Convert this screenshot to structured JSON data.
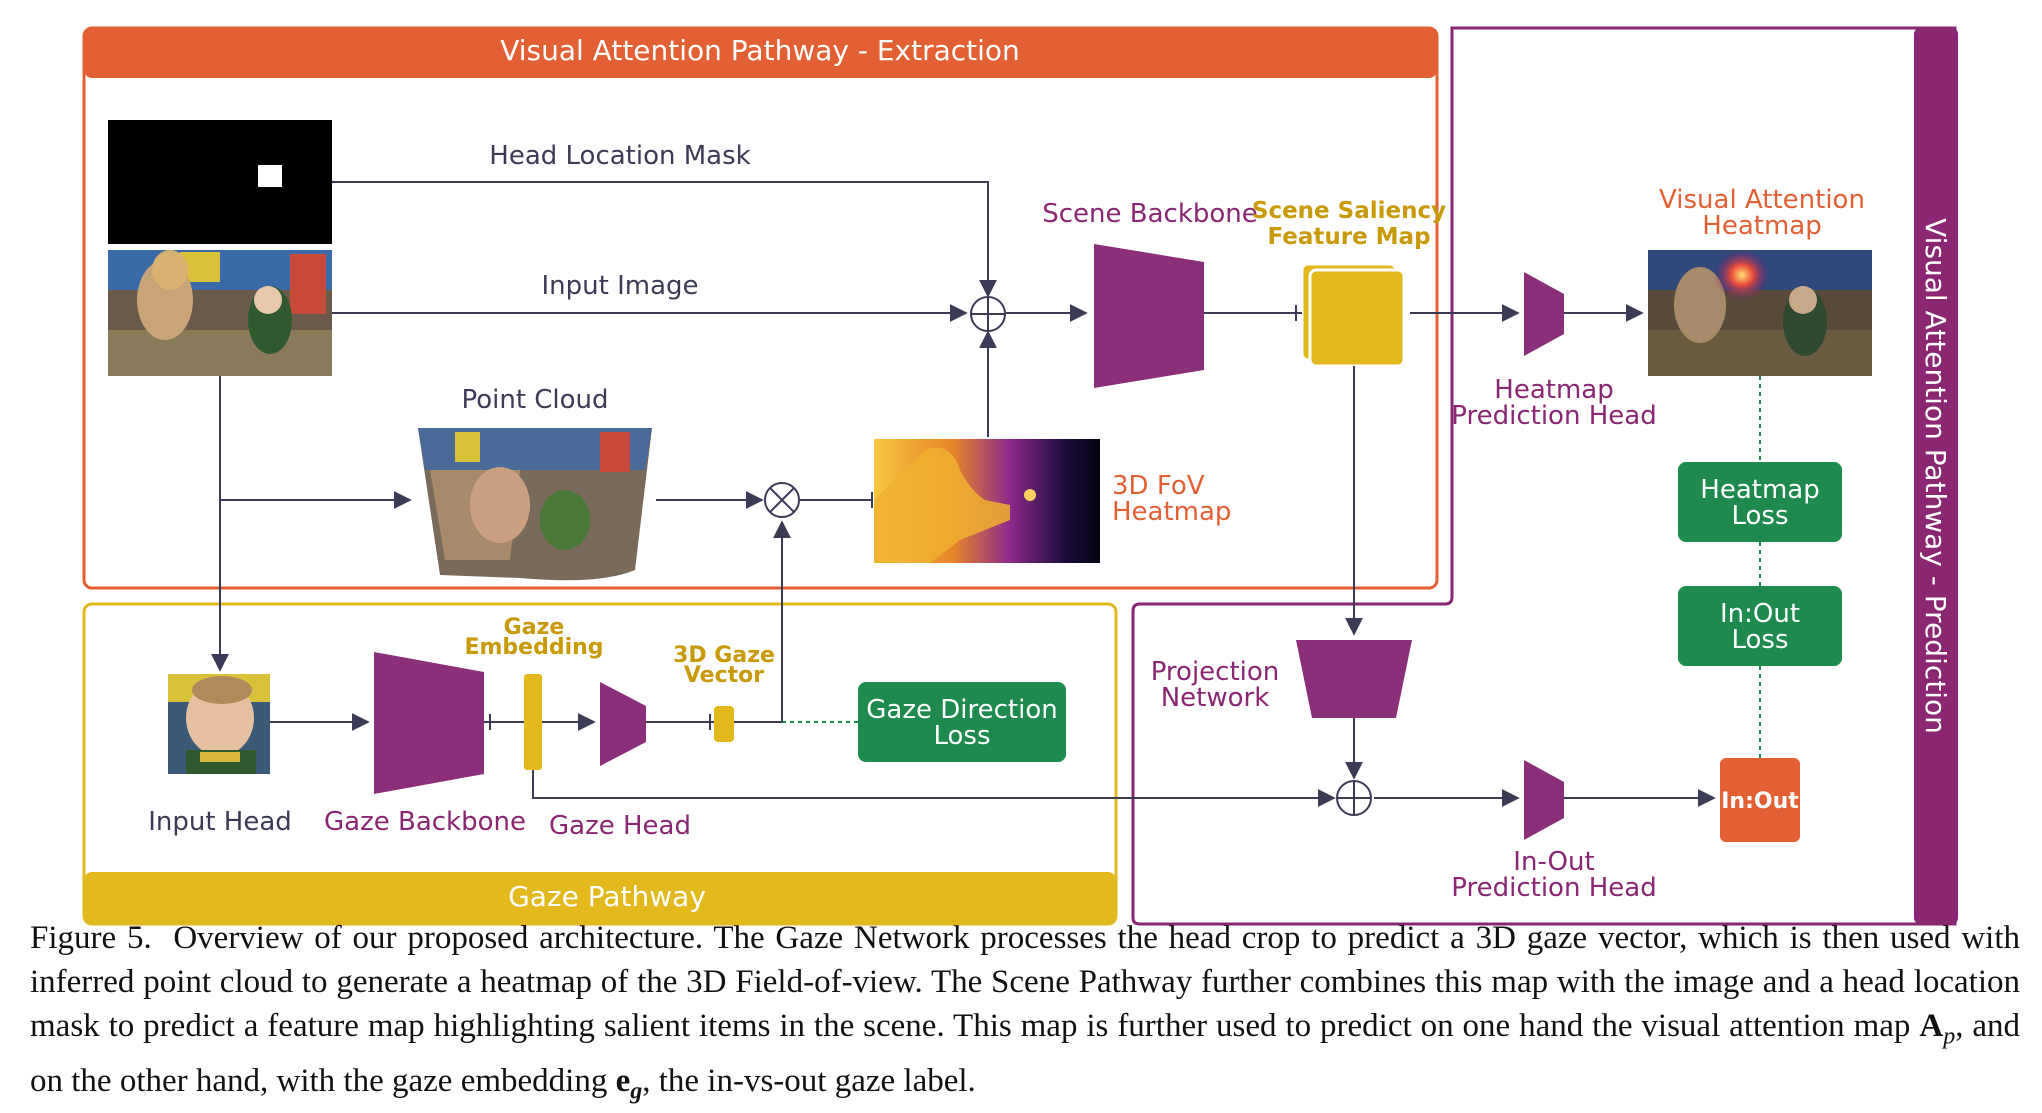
{
  "colors": {
    "orange": "#e35f34",
    "purple": "#8a2672",
    "purple_fill": "#8c2f7b",
    "yellow": "#e3b81c",
    "yellow_text": "#c99a06",
    "green": "#1f8a4e",
    "line": "#3b3b55"
  },
  "sections": {
    "extraction": "Visual Attention Pathway - Extraction",
    "prediction": "Visual Attention Pathway - Prediction",
    "gaze": "Gaze Pathway"
  },
  "labels": {
    "head_location_mask": "Head Location Mask",
    "input_image": "Input Image",
    "point_cloud": "Point Cloud",
    "scene_backbone": "Scene Backbone",
    "scene_saliency_1": "Scene Saliency",
    "scene_saliency_2": "Feature Map",
    "fov_1": "3D FoV",
    "fov_2": "Heatmap",
    "vah_1": "Visual Attention",
    "vah_2": "Heatmap",
    "hph_1": "Heatmap",
    "hph_2": "Prediction Head",
    "projection_1": "Projection",
    "projection_2": "Network",
    "gaze_embedding_1": "Gaze",
    "gaze_embedding_2": "Embedding",
    "gaze_vector_1": "3D Gaze",
    "gaze_vector_2": "Vector",
    "input_head": "Input Head",
    "gaze_backbone": "Gaze Backbone",
    "gaze_head": "Gaze Head",
    "inout_head_1": "In-Out",
    "inout_head_2": "Prediction Head"
  },
  "boxes": {
    "heatmap_loss_1": "Heatmap",
    "heatmap_loss_2": "Loss",
    "inout_loss_1": "In:Out",
    "inout_loss_2": "Loss",
    "gaze_dir_loss_1": "Gaze Direction",
    "gaze_dir_loss_2": "Loss",
    "inout": "In:Out"
  },
  "caption": {
    "fig": "Figure 5.",
    "part1": "Overview of our proposed architecture. The Gaze Network processes the head crop to predict a 3D gaze vector, which is then used with inferred point cloud to generate a heatmap of the 3D Field-of-view. The Scene Pathway further combines this map with the image and a head location mask to predict a feature map highlighting salient items in the scene. This map is further used to predict on one hand the visual attention map",
    "sym_A": "A",
    "sub_p": "p",
    "part2": ", and on the other hand, with the gaze embedding",
    "sym_e": "e",
    "sub_g": "g",
    "part3": ", the in-vs-out gaze label."
  }
}
